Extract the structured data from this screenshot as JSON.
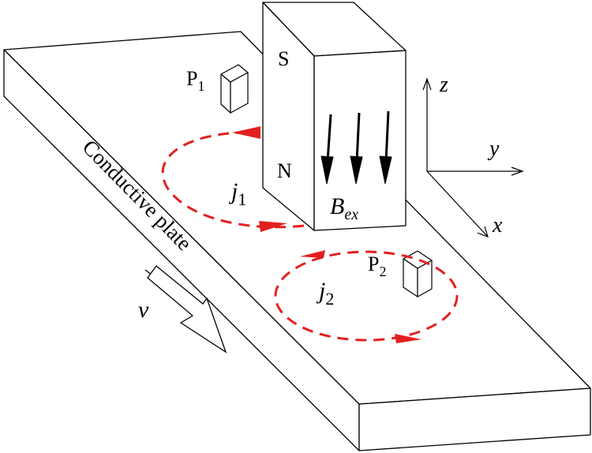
{
  "labels": {
    "plate": "Conductive plate",
    "magnet_s": "S",
    "magnet_n": "N",
    "field": "B",
    "field_sub": "ex",
    "current1": "j",
    "current1_sub": "1",
    "current2": "j",
    "current2_sub": "2",
    "probe1": "P",
    "probe1_sub": "1",
    "probe2": "P",
    "probe2_sub": "2",
    "velocity": "v",
    "axis_x": "x",
    "axis_y": "y",
    "axis_z": "z"
  },
  "colors": {
    "line": "#000000",
    "current_loop": "#e32020",
    "background": "#ffffff"
  }
}
